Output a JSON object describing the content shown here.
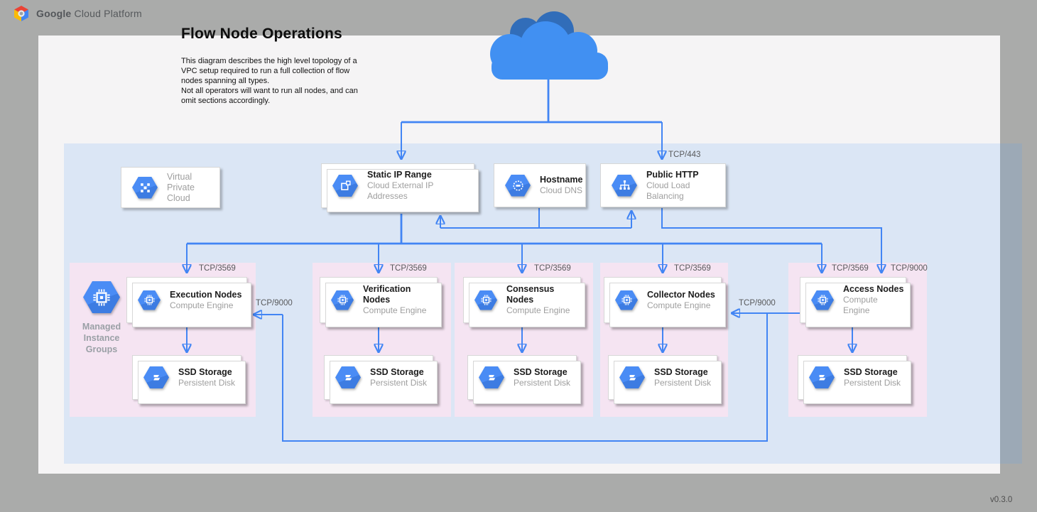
{
  "brand": {
    "bold": "Google",
    "rest": " Cloud Platform"
  },
  "title": "Flow Node Operations",
  "description": "This diagram describes the high level topology of a\nVPC setup required to run a full collection of flow\nnodes spanning all types.\nNot all operators will want to run all nodes, and can\nomit sections accordingly.",
  "version": "v0.3.0",
  "vpc_card": {
    "line1": "Virtual",
    "line2": "Private Cloud",
    "icon": "vpc-icon"
  },
  "services": [
    {
      "title": "Static IP Range",
      "subtitle": "Cloud External IP Addresses",
      "icon": "external-ip-icon"
    },
    {
      "title": "Hostname",
      "subtitle": "Cloud DNS",
      "icon": "cloud-dns-icon"
    },
    {
      "title": "Public HTTP",
      "subtitle": "Cloud Load Balancing",
      "icon": "load-balancer-icon"
    }
  ],
  "mig": {
    "label": "Managed\nInstance\nGroups",
    "icon": "compute-engine-icon"
  },
  "node_groups": [
    {
      "title": "Execution Nodes",
      "subtitle": "Compute Engine",
      "storage_title": "SSD Storage",
      "storage_subtitle": "Persistent Disk"
    },
    {
      "title": "Verification Nodes",
      "subtitle": "Compute Engine",
      "storage_title": "SSD Storage",
      "storage_subtitle": "Persistent Disk"
    },
    {
      "title": "Consensus Nodes",
      "subtitle": "Compute Engine",
      "storage_title": "SSD Storage",
      "storage_subtitle": "Persistent Disk"
    },
    {
      "title": "Collector Nodes",
      "subtitle": "Compute Engine",
      "storage_title": "SSD Storage",
      "storage_subtitle": "Persistent Disk"
    },
    {
      "title": "Access Nodes",
      "subtitle": "Compute Engine",
      "storage_title": "SSD Storage",
      "storage_subtitle": "Persistent Disk"
    }
  ],
  "ports": {
    "tcp443": "TCP/443",
    "tcp3569": "TCP/3569",
    "tcp9000": "TCP/9000"
  },
  "colors": {
    "background_gray": "#aaabaa",
    "canvas_white": "#f5f4f5",
    "vpc_fill": "#dfeefb",
    "group_fill": "#f5e4f2",
    "wire_blue": "#4285f4",
    "icon_blue": "#4285f4",
    "cloud_light": "#4190f2",
    "cloud_dark": "#316db9",
    "logo_red": "#ea4335",
    "logo_yellow": "#fbbc05",
    "logo_blue": "#4285f4"
  }
}
